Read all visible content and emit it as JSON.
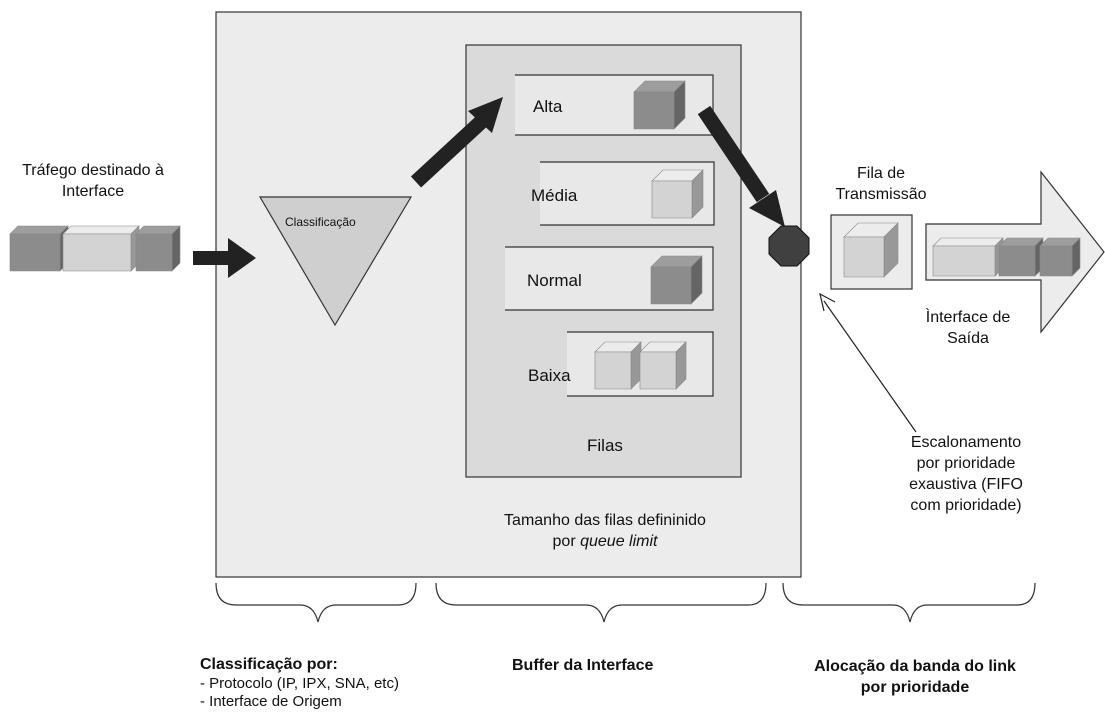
{
  "input_traffic": {
    "line1": "Tráfego destinado à",
    "line2": "Interface"
  },
  "classifier": {
    "label": "Classificação"
  },
  "queues": [
    {
      "label": "Alta"
    },
    {
      "label": "Média"
    },
    {
      "label": "Normal"
    },
    {
      "label": "Baixa"
    }
  ],
  "queues_caption": "Filas",
  "queue_size": {
    "line1": "Tamanho das filas defininido",
    "line2_prefix": "por ",
    "line2_param": "queue limit"
  },
  "transmission_queue": {
    "line1": "Fila de",
    "line2": "Transmissão"
  },
  "output_interface": {
    "line1": "Ìnterface de",
    "line2": "Saída"
  },
  "scheduling": {
    "line1": "Escalonamento",
    "line2": "por prioridade",
    "line3": "exaustiva (FIFO",
    "line4": "com prioridade)"
  },
  "sections": {
    "classification": {
      "title": "Classificação por:",
      "items": [
        "- Protocolo (IP, IPX, SNA, etc)",
        "- Interface de Origem"
      ]
    },
    "buffer": {
      "title": "Buffer da Interface"
    },
    "allocation": {
      "line1": "Alocação da banda do link",
      "line2": "por prioridade"
    }
  },
  "colors": {
    "panel": "#ececec",
    "inner_panel": "#dadada",
    "cube_dark": "#8c8c8c",
    "cube_light": "#d3d3d3",
    "arrow": "#222222",
    "scheduler": "#404040"
  }
}
